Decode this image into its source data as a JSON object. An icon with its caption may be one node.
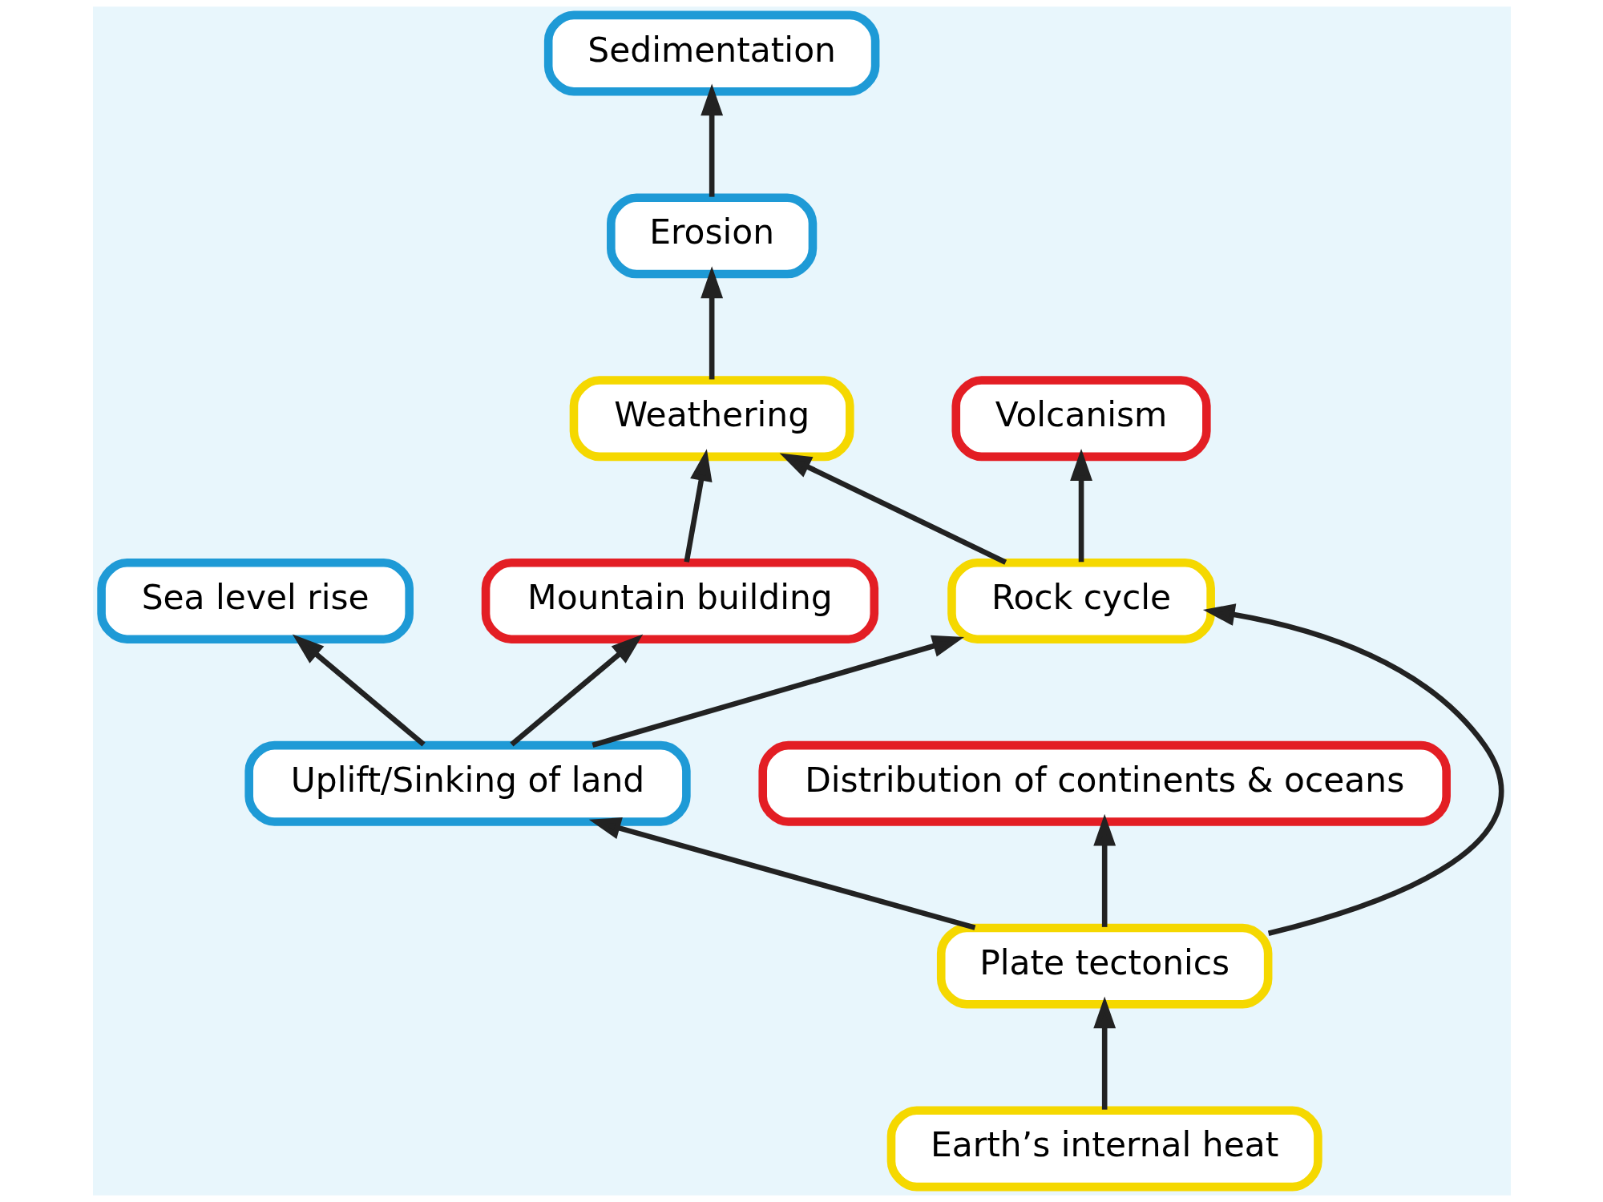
{
  "diagram": {
    "nodes": [
      {
        "text": [
          "Sea level rise"
        ]
      },
      {
        "text": [
          "Uplift/Sinking of land"
        ]
      },
      {
        "text": [
          "Mountain building"
        ]
      },
      {
        "text": [
          "Volcanism"
        ]
      },
      {
        "text": [
          "Weathering"
        ]
      },
      {
        "text": [
          "Distribution of continents & oceans"
        ]
      },
      {
        "text": [
          "Plate tectonics"
        ]
      },
      {
        "text": [
          "Rock cycle"
        ]
      },
      {
        "text": [
          "Erosion"
        ]
      },
      {
        "text": [
          "Sedimentation"
        ]
      },
      {
        "text": [
          "Earth’s internal heat"
        ]
      }
    ],
    "edges": [
      {
        "from": 10,
        "to": 6,
        "arrow": "to"
      },
      {
        "from": 6,
        "to": 5,
        "arrow": "to"
      },
      {
        "from": 6,
        "to": 1,
        "arrow": "to"
      },
      {
        "from": 6,
        "to": 7,
        "arrow": "to"
      },
      {
        "from": 1,
        "to": 0,
        "arrow": "to"
      },
      {
        "from": 1,
        "to": 2,
        "arrow": "to"
      },
      {
        "from": 1,
        "to": 7,
        "arrow": "to"
      },
      {
        "from": 7,
        "to": 3,
        "arrow": "to"
      },
      {
        "from": 7,
        "to": 4,
        "arrow": "to"
      },
      {
        "from": 2,
        "to": 4,
        "arrow": "to"
      },
      {
        "from": 4,
        "to": 8,
        "arrow": "to"
      },
      {
        "from": 8,
        "to": 9,
        "arrow": "to"
      }
    ]
  }
}
